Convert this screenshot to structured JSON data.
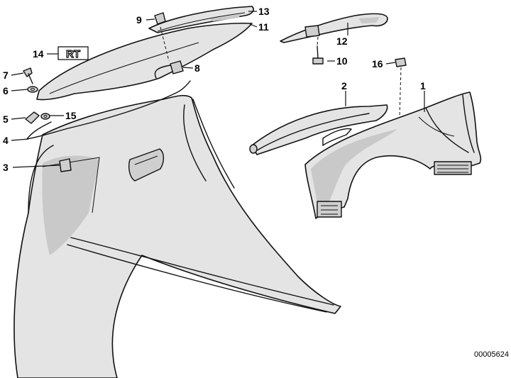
{
  "diagram": {
    "document_number": "00005624",
    "badge_text": "RT",
    "callouts": {
      "c1": "1",
      "c2": "2",
      "c3": "3",
      "c4": "4",
      "c5": "5",
      "c6": "6",
      "c7": "7",
      "c8": "8",
      "c9": "9",
      "c10": "10",
      "c11": "11",
      "c12": "12",
      "c13": "13",
      "c14": "14",
      "c15": "15",
      "c16": "16"
    }
  }
}
